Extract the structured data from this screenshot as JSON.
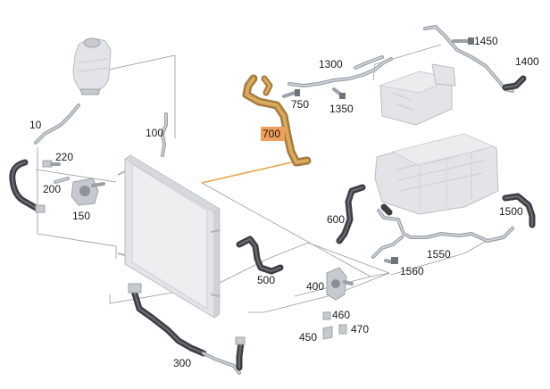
{
  "highlight_color": "#f0a05a",
  "labels": {
    "p10": "10",
    "p100": "100",
    "p150": "150",
    "p200": "200",
    "p220": "220",
    "p300": "300",
    "p400": "400",
    "p450": "450",
    "p460": "460",
    "p470": "470",
    "p500": "500",
    "p600": "600",
    "p700": "700",
    "p750": "750",
    "p1300": "1300",
    "p1350": "1350",
    "p1400": "1400",
    "p1450": "1450",
    "p1500": "1500",
    "p1550": "1550",
    "p1560": "1560"
  }
}
